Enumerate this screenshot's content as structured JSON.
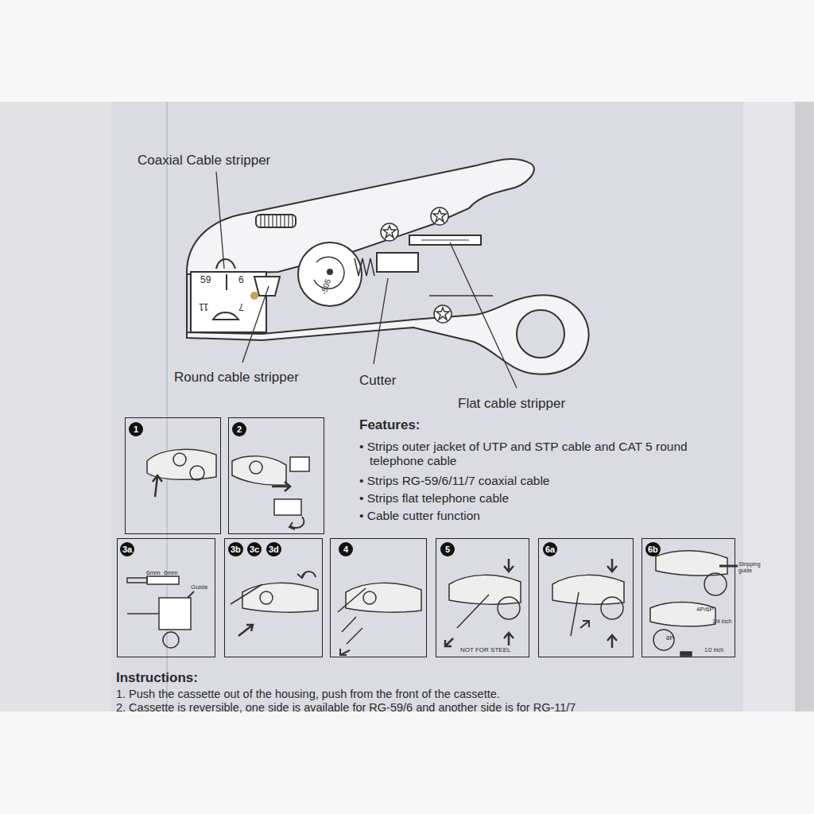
{
  "diagram": {
    "nodes": [
      {
        "text": [
          "1"
        ]
      },
      {
        "text": [
          "2"
        ]
      },
      {
        "text": [
          "3a",
          "6mm",
          "6mm",
          "Guide"
        ]
      },
      {
        "text": [
          "3b",
          "3c",
          "3d"
        ]
      },
      {
        "text": [
          "4"
        ]
      },
      {
        "text": [
          "5",
          "NOT FOR STEEL"
        ]
      },
      {
        "text": [
          "6a"
        ]
      },
      {
        "text": [
          "6b",
          "Stripping guide",
          "4P/6P",
          "1/4 inch",
          "8P",
          "1/2 inch"
        ]
      }
    ],
    "labels": [
      "Coaxial Cable stripper",
      "59",
      "6",
      "11",
      "7",
      "-505",
      "Round cable stripper",
      "Cutter",
      "Flat cable stripper",
      "Features:",
      "• Strips outer jacket of UTP and STP cable and CAT 5 round telephone cable",
      "• Strips RG-59/6/11/7 coaxial cable",
      "• Strips flat telephone cable",
      "• Cable cutter function",
      "Instructions:",
      "1. Push the cassette out of the housing, push from the front of the cassette.",
      "2. Cassette is reversible, one side is available for RG-59/6 and another side is for RG-11/7"
    ]
  }
}
